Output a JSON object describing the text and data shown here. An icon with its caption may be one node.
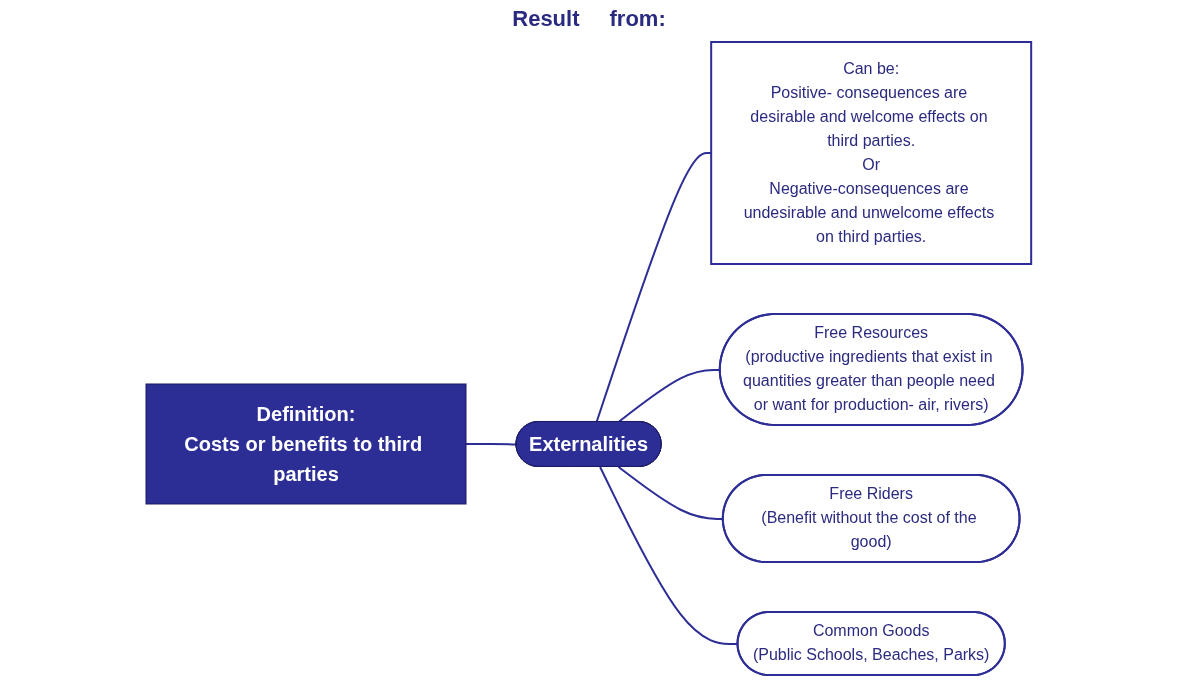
{
  "diagram": {
    "nodes": [
      {
        "text": [
          "Definition:",
          "Costs or benefits to third parties"
        ]
      },
      {
        "text": [
          "Externalities"
        ]
      },
      {
        "text": [
          "Can be:",
          "Positive- consequences are desirable and welcome effects on third parties.",
          "Or",
          "Negative-consequences are undesirable and unwelcome effects on third parties."
        ]
      },
      {
        "text": [
          "Free Resources",
          "(productive ingredients that exist in quantities greater than people need or want for production- air, rivers)"
        ]
      },
      {
        "text": [
          "Free Riders",
          "(Benefit without the cost of the good)"
        ]
      },
      {
        "text": [
          "Common Goods",
          "(Public Schools, Beaches, Parks)"
        ]
      }
    ],
    "edges": [
      {
        "from": 0,
        "to": 1,
        "arrow": "none"
      },
      {
        "from": 1,
        "to": 2,
        "arrow": "none"
      },
      {
        "from": 1,
        "to": 3,
        "arrow": "none"
      },
      {
        "from": 1,
        "to": 4,
        "arrow": "none"
      },
      {
        "from": 1,
        "to": 5,
        "arrow": "none"
      }
    ],
    "labels": [
      "Result",
      "from:"
    ]
  }
}
